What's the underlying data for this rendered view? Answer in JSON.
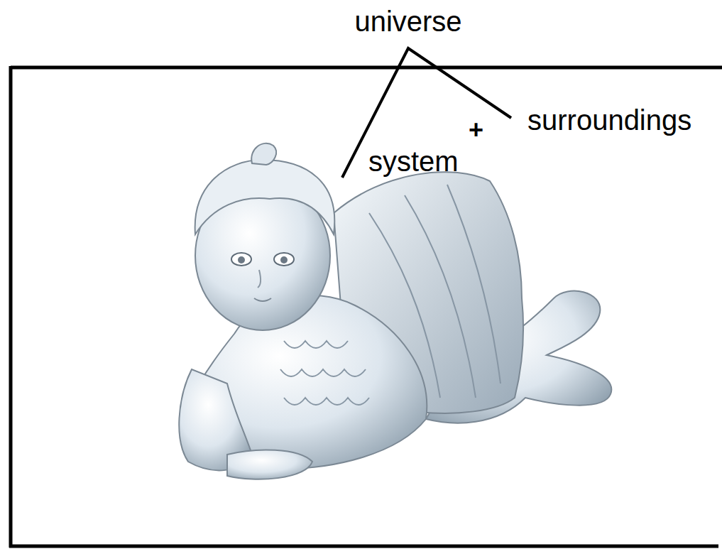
{
  "diagram": {
    "labels": [
      "universe",
      "surroundings",
      "system",
      "+"
    ]
  }
}
